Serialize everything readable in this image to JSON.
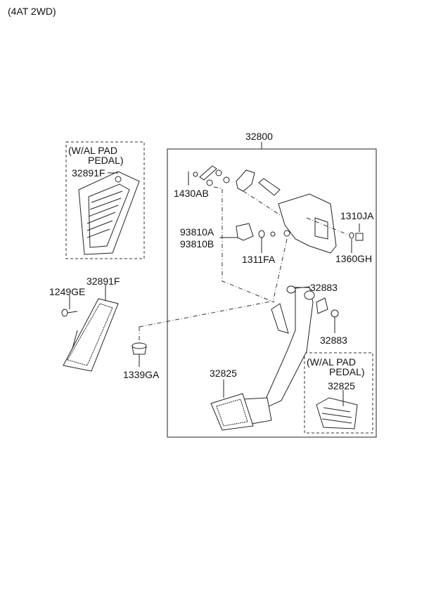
{
  "header": {
    "variant": "(4AT 2WD)"
  },
  "assembly": {
    "label": "32800"
  },
  "option_boxes": [
    {
      "line1": "(W/AL PAD",
      "line2": "PEDAL)",
      "part": "32891F"
    },
    {
      "line1": "(W/AL PAD",
      "line2": "PEDAL)",
      "part": "32825"
    }
  ],
  "parts": {
    "p1430AB": "1430AB",
    "p93810A": "93810A",
    "p93810B": "93810B",
    "p1311FA": "1311FA",
    "p1310JA": "1310JA",
    "p1360GH": "1360GH",
    "p32883_top": "32883",
    "p32883_bottom": "32883",
    "p32825": "32825",
    "p32891F": "32891F",
    "p1249GE": "1249GE",
    "p1339GA": "1339GA"
  }
}
